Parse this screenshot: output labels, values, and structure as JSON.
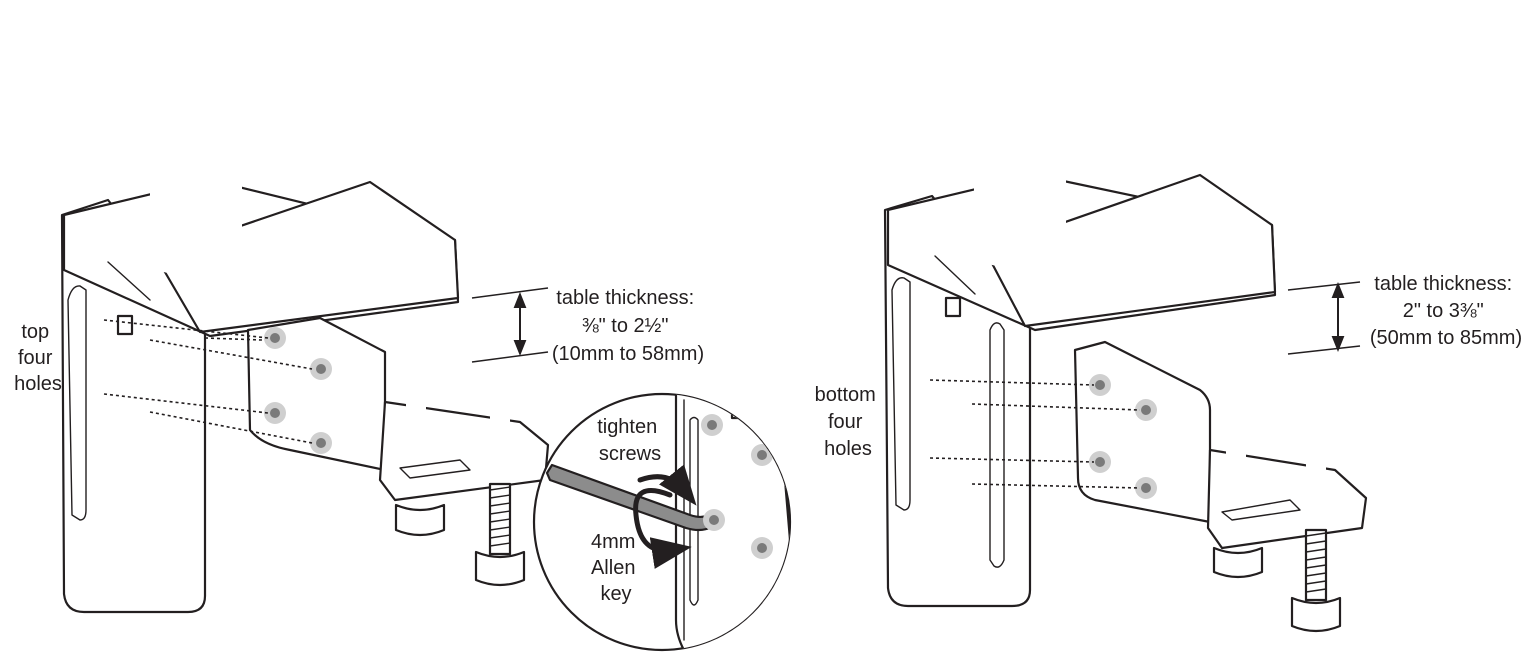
{
  "left_figure": {
    "holes_label": [
      "top",
      "four",
      "holes"
    ],
    "thickness_label": [
      "table thickness:",
      "⅜\" to 2½\"",
      "(10mm to 58mm)"
    ]
  },
  "detail_callout": {
    "tighten_label": [
      "tighten",
      "screws"
    ],
    "tool_label": [
      "4mm",
      "Allen",
      "key"
    ]
  },
  "right_figure": {
    "holes_label": [
      "bottom",
      "four",
      "holes"
    ],
    "thickness_label": [
      "table thickness:",
      "2\" to 3⅜\"",
      "(50mm to 85mm)"
    ]
  },
  "colors": {
    "line": "#231f20",
    "fill": "#ffffff",
    "hardware": "#cfcfcf"
  }
}
